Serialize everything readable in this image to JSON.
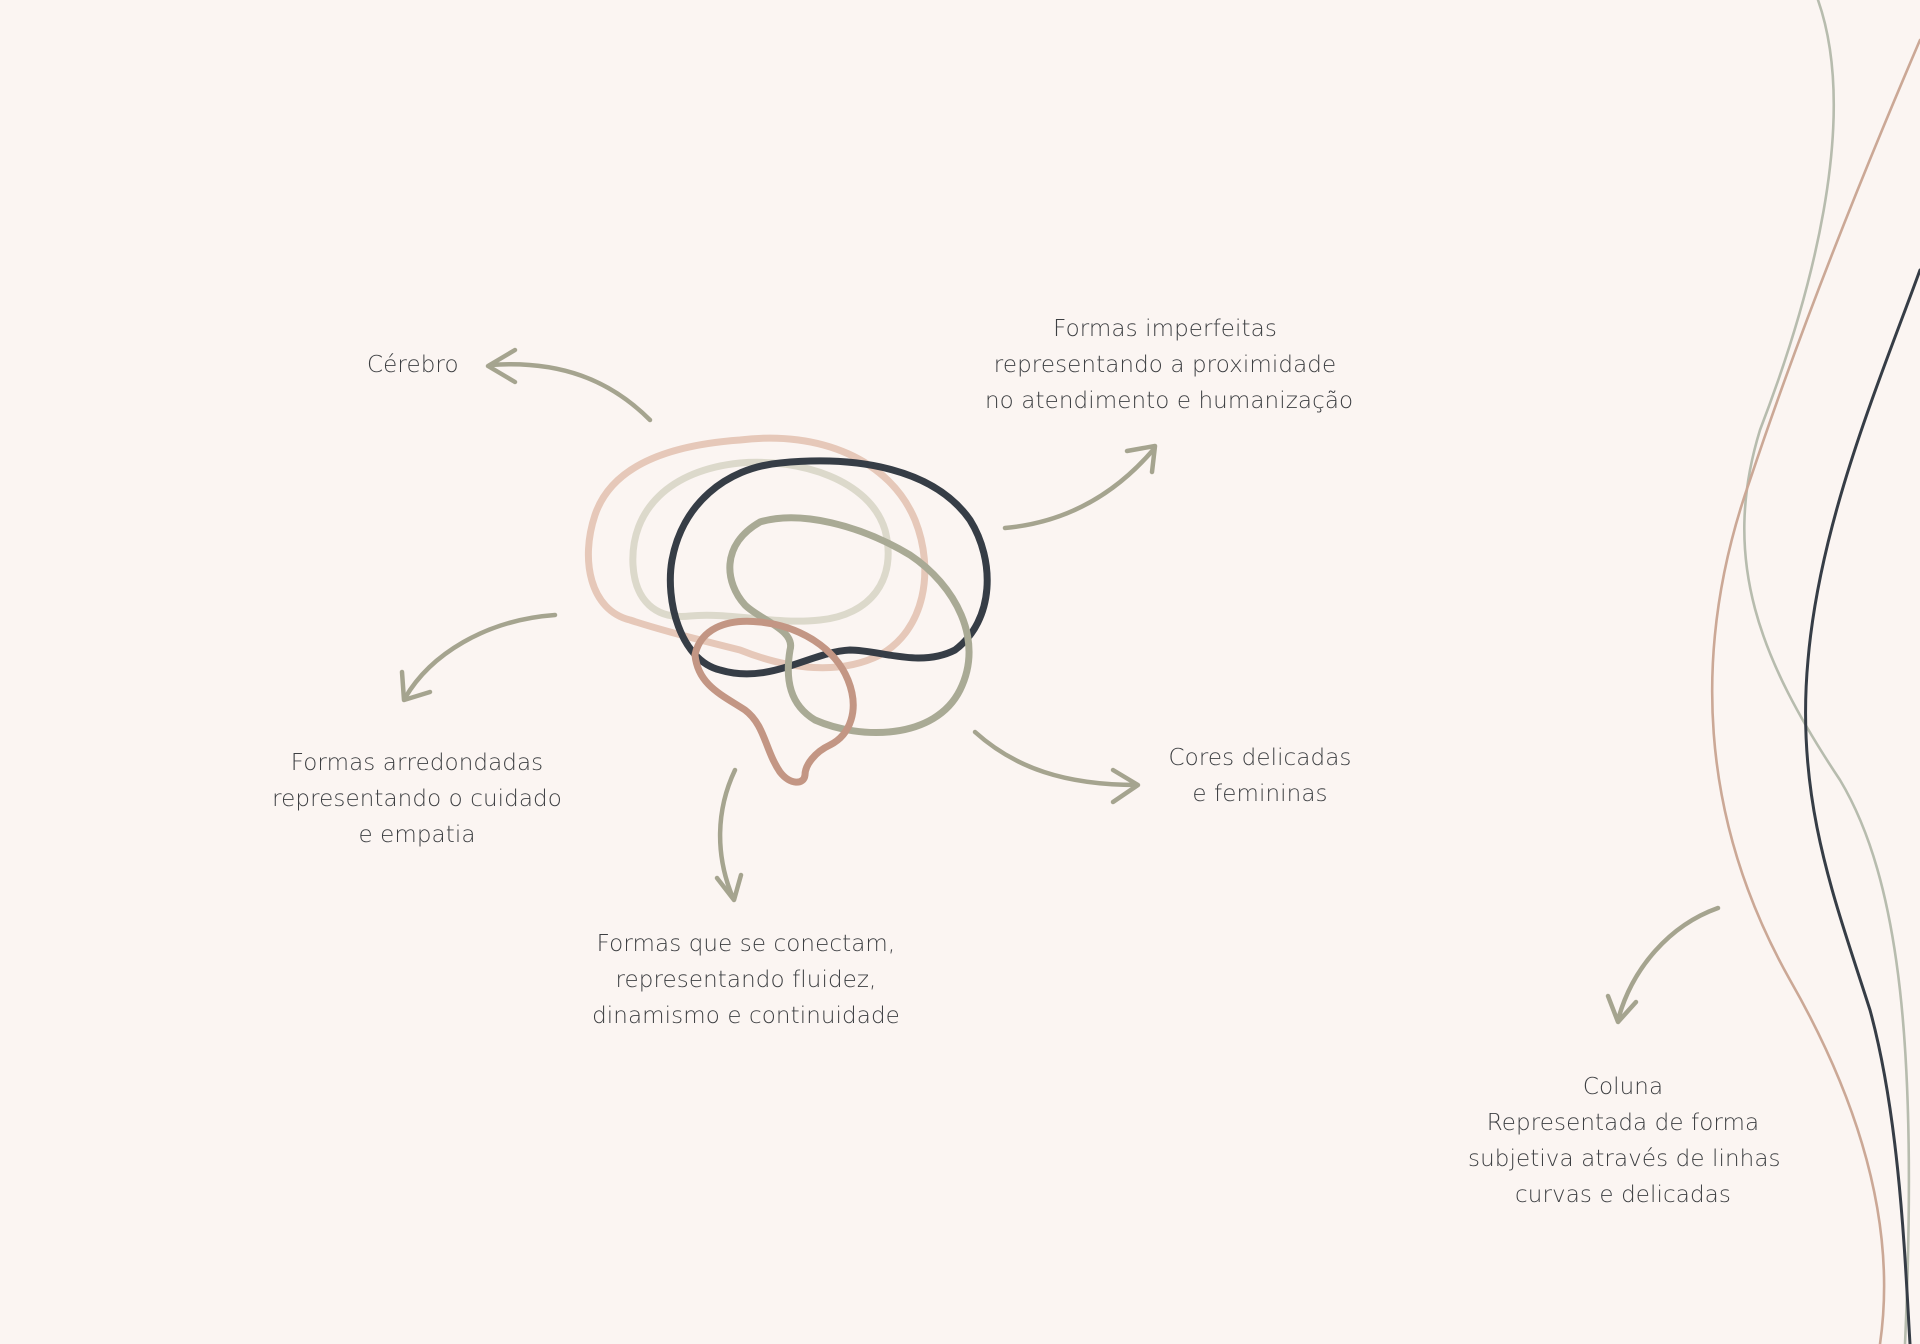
{
  "colors": {
    "background": "#fbf5f2",
    "navy": "#363d46",
    "sage": "#a9aa95",
    "pink": "#e6c8b9",
    "light_sage": "#dcd9cb",
    "terracotta": "#c39684",
    "text": "#3d3f42",
    "arrow": "#a5a48f"
  },
  "labels": {
    "cerebro": [
      "Cérebro"
    ],
    "formas_imperfeitas": [
      "Formas imperfeitas",
      "representando a proximidade",
      "no atendimento e humanização"
    ],
    "formas_arredondadas": [
      "Formas arredondadas",
      "representando o cuidado",
      "e empatia"
    ],
    "cores_delicadas": [
      "Cores delicadas",
      "e femininas"
    ],
    "formas_conectam": [
      "Formas que se conectam,",
      "representando fluidez,",
      "dinamismo e continuidade"
    ],
    "coluna": [
      "Coluna",
      "Representada de forma",
      "subjetiva através de linhas",
      "curvas e delicadas"
    ]
  }
}
